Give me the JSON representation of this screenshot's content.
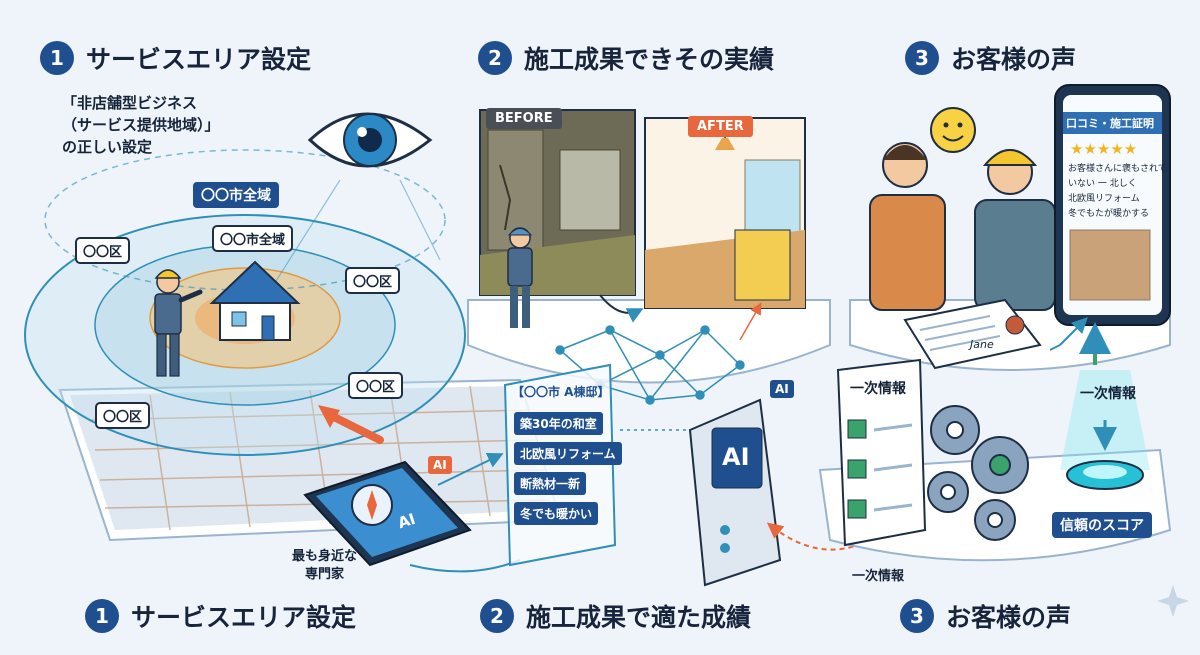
{
  "section1": {
    "num": "1",
    "title": "サービスエリア設定"
  },
  "section2": {
    "num": "2",
    "title": "施工成果できその実績"
  },
  "section3": {
    "num": "3",
    "title": "お客様の声"
  },
  "note": {
    "line1": "「非店舗型ビジネス",
    "line2": "（サービス提供地域）」",
    "line3": "の正しい設定"
  },
  "area": {
    "city_all": "〇〇市全域",
    "city_all_inner": "〇〇市全域",
    "ward_a": "〇〇区",
    "ward_b": "〇〇区",
    "ward_c": "〇〇区",
    "ward_d": "〇〇区"
  },
  "phone": {
    "ai": "AI",
    "ai_badge": "AI",
    "caption_line1": "最も身近な",
    "caption_line2": "専門家"
  },
  "before_after": {
    "before": "BEFORE",
    "after": "AFTER"
  },
  "features": {
    "title": "【〇〇市 A棟邸】",
    "items": [
      "築30年の和室",
      "北欧風リフォーム",
      "断熱材一新",
      "冬でも暖かい"
    ]
  },
  "server": {
    "ai": "AI",
    "ai_badge": "AI"
  },
  "review_card": {
    "title": "口コミ・施工証明",
    "stars": "★★★★★",
    "line1": "お客様さんに褒もされて",
    "line2": "いない 一 北しく",
    "line3": "北欧風リフォーム",
    "line4": "冬でもたが暖かする",
    "signature": "Jane"
  },
  "doc": {
    "title": "一次情報"
  },
  "labels": {
    "primary_info_right": "一次情報",
    "primary_info_bottom": "一次情報",
    "trust_score": "信頼のスコア"
  },
  "footer": {
    "s1": {
      "num": "1",
      "title": "サービスエリア設定"
    },
    "s2": {
      "num": "2",
      "title": "施工成果で適た成績"
    },
    "s3": {
      "num": "3",
      "title": "お客様の声"
    }
  },
  "colors": {
    "navy": "#1f4f8f",
    "accent_orange": "#e8673c",
    "teal": "#2f8fb8"
  }
}
